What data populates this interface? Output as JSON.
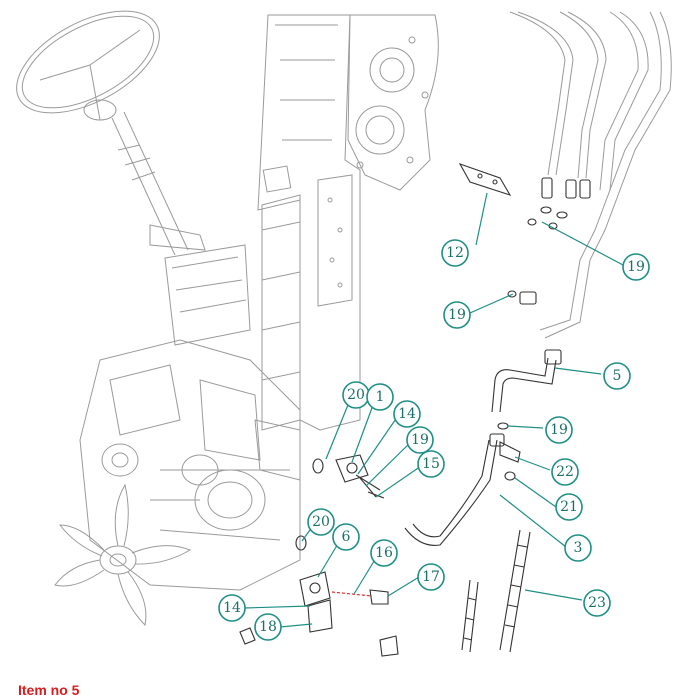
{
  "diagram": {
    "callouts": [
      {
        "id": "c1",
        "label": "1"
      },
      {
        "id": "c3",
        "label": "3"
      },
      {
        "id": "c5",
        "label": "5"
      },
      {
        "id": "c6",
        "label": "6"
      },
      {
        "id": "c12",
        "label": "12"
      },
      {
        "id": "c14a",
        "label": "14"
      },
      {
        "id": "c14b",
        "label": "14"
      },
      {
        "id": "c15",
        "label": "15"
      },
      {
        "id": "c16",
        "label": "16"
      },
      {
        "id": "c17",
        "label": "17"
      },
      {
        "id": "c18",
        "label": "18"
      },
      {
        "id": "c19a",
        "label": "19"
      },
      {
        "id": "c19b",
        "label": "19"
      },
      {
        "id": "c19c",
        "label": "19"
      },
      {
        "id": "c19d",
        "label": "19"
      },
      {
        "id": "c20a",
        "label": "20"
      },
      {
        "id": "c20b",
        "label": "20"
      },
      {
        "id": "c21",
        "label": "21"
      },
      {
        "id": "c22",
        "label": "22"
      },
      {
        "id": "c23",
        "label": "23"
      }
    ],
    "colors": {
      "callout": "#1f8f86",
      "callout_text": "#1b6f69",
      "caption": "#d31f1f",
      "drawing": "#9a9a9a",
      "highlight_line": "#e03030"
    }
  },
  "footer": {
    "caption": "Item no 5"
  }
}
